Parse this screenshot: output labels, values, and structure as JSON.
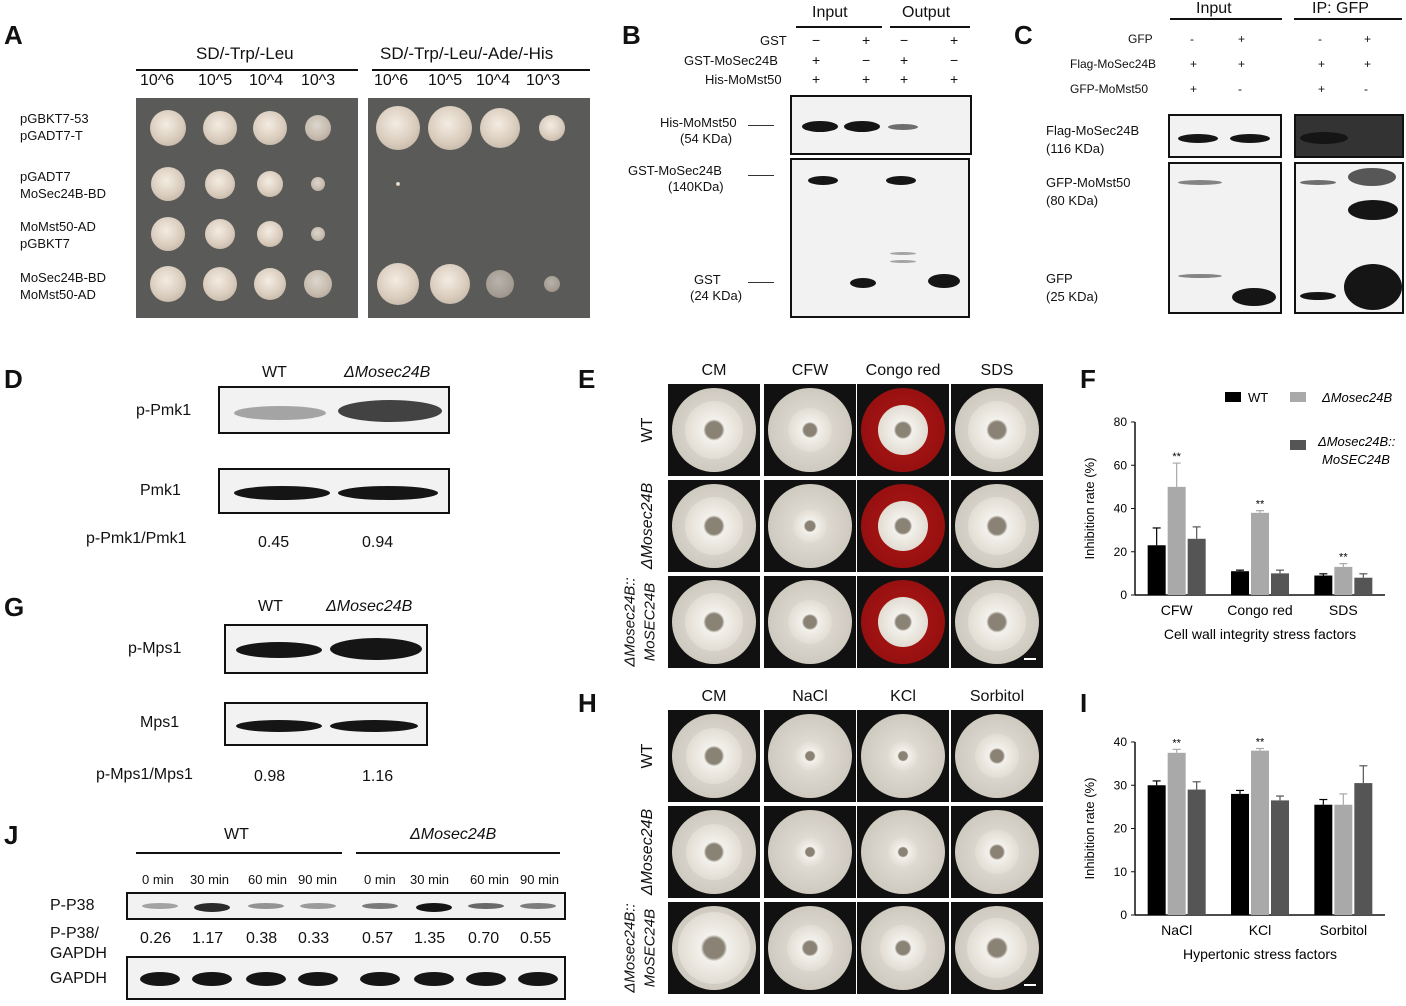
{
  "panels": {
    "A": {
      "letter": "A",
      "header_left": "SD/-Trp/-Leu",
      "header_right": "SD/-Trp/-Leu/-Ade/-His",
      "dilutions": [
        "10^6",
        "10^5",
        "10^4",
        "10^3"
      ],
      "rows": [
        {
          "line1": "pGBKT7-53",
          "line2": "pGADT7-T"
        },
        {
          "line1": "pGADT7",
          "line2": "MoSec24B-BD"
        },
        {
          "line1": "MoMst50-AD",
          "line2": "pGBKT7"
        },
        {
          "line1": "MoSec24B-BD",
          "line2": "MoMst50-AD"
        }
      ]
    },
    "B": {
      "letter": "B",
      "col_headers": [
        "Input",
        "Output"
      ],
      "row_labels": [
        "GST",
        "GST-MoSec24B",
        "His-MoMst50"
      ],
      "signs": [
        [
          "−",
          "+",
          "−",
          "+"
        ],
        [
          "+",
          "−",
          "+",
          "−"
        ],
        [
          "+",
          "+",
          "+",
          "+"
        ]
      ],
      "bands": [
        {
          "name": "His-MoMst50",
          "size": "(54 KDa)"
        },
        {
          "name": "GST-MoSec24B",
          "size": "(140KDa)"
        },
        {
          "name": "GST",
          "size": "(24 KDa)"
        }
      ]
    },
    "C": {
      "letter": "C",
      "col_headers": [
        "Input",
        "IP: GFP"
      ],
      "row_labels": [
        "GFP",
        "Flag-MoSec24B",
        "GFP-MoMst50"
      ],
      "signs": [
        [
          "-",
          "+",
          "-",
          "+"
        ],
        [
          "+",
          "+",
          "+",
          "+"
        ],
        [
          "+",
          "-",
          "+",
          "-"
        ]
      ],
      "bands": [
        {
          "name": "Flag-MoSec24B",
          "size": "(116 KDa)"
        },
        {
          "name": "GFP-MoMst50",
          "size": "(80 KDa)"
        },
        {
          "name": "GFP",
          "size": "(25 KDa)"
        }
      ]
    },
    "D": {
      "letter": "D",
      "col_wt": "WT",
      "col_mut": "ΔMosec24B",
      "rows": [
        "p-Pmk1",
        "Pmk1"
      ],
      "ratio_label": "p-Pmk1/Pmk1",
      "ratios": [
        "0.45",
        "0.94"
      ]
    },
    "G": {
      "letter": "G",
      "col_wt": "WT",
      "col_mut": "ΔMosec24B",
      "rows": [
        "p-Mps1",
        "Mps1"
      ],
      "ratio_label": "p-Mps1/Mps1",
      "ratios": [
        "0.98",
        "1.16"
      ]
    },
    "J": {
      "letter": "J",
      "group_wt": "WT",
      "group_mut": "ΔMosec24B",
      "times": [
        "0 min",
        "30 min",
        "60 min",
        "90 min",
        "0 min",
        "30 min",
        "60 min",
        "90 min"
      ],
      "row_top": "P-P38",
      "ratio_label_1": "P-P38/",
      "ratio_label_2": "GAPDH",
      "ratios": [
        "0.26",
        "1.17",
        "0.38",
        "0.33",
        "0.57",
        "1.35",
        "0.70",
        "0.55"
      ],
      "row_bottom": "GAPDH"
    },
    "E": {
      "letter": "E",
      "cols": [
        "CM",
        "CFW",
        "Congo red",
        "SDS"
      ],
      "rows": [
        "WT",
        "ΔMosec24B",
        "ΔMosec24B::",
        "MoSEC24B"
      ]
    },
    "H": {
      "letter": "H",
      "cols": [
        "CM",
        "NaCl",
        "KCl",
        "Sorbitol"
      ],
      "rows": [
        "WT",
        "ΔMosec24B",
        "ΔMosec24B::",
        "MoSEC24B"
      ]
    },
    "F": {
      "letter": "F"
    },
    "I": {
      "letter": "I"
    }
  },
  "chart_data": [
    {
      "type": "bar",
      "panel": "F",
      "categories": [
        "CFW",
        "Congo red",
        "SDS"
      ],
      "series": [
        {
          "name": "WT",
          "values": [
            23,
            11,
            9
          ],
          "errors": [
            8,
            0.5,
            0.8
          ],
          "color": "#000000"
        },
        {
          "name": "ΔMosec24B",
          "values": [
            50,
            38,
            13
          ],
          "errors": [
            11,
            1,
            1.5
          ],
          "color": "#a9a9a9"
        },
        {
          "name": "ΔMosec24B:: MoSEC24B",
          "values": [
            26,
            10,
            8
          ],
          "errors": [
            5.5,
            1.5,
            1.8
          ],
          "color": "#555555"
        }
      ],
      "significance": [
        "**",
        "**",
        "**"
      ],
      "xlabel": "Cell wall integrity stress factors",
      "ylabel": "Inhibition rate (%)",
      "yticks": [
        "0",
        "20",
        "40",
        "60",
        "80"
      ],
      "ylim": [
        0,
        80
      ],
      "legend_position": "top-right"
    },
    {
      "type": "bar",
      "panel": "I",
      "categories": [
        "NaCl",
        "KCl",
        "Sorbitol"
      ],
      "series": [
        {
          "name": "WT",
          "values": [
            30,
            28,
            25.5
          ],
          "errors": [
            1,
            0.8,
            1.2
          ],
          "color": "#000000"
        },
        {
          "name": "ΔMosec24B",
          "values": [
            37.5,
            38,
            25.5
          ],
          "errors": [
            0.8,
            0.5,
            2.5
          ],
          "color": "#a9a9a9"
        },
        {
          "name": "ΔMosec24B:: MoSEC24B",
          "values": [
            29,
            26.5,
            30.5
          ],
          "errors": [
            1.8,
            1,
            4
          ],
          "color": "#555555"
        }
      ],
      "significance": [
        "**",
        "**",
        ""
      ],
      "xlabel": "Hypertonic stress factors",
      "ylabel": "Inhibition rate (%)",
      "yticks": [
        "0",
        "10",
        "20",
        "30",
        "40"
      ],
      "ylim": [
        0,
        40
      ]
    }
  ],
  "legend": {
    "wt": "WT",
    "mut": "ΔMosec24B",
    "comp1": "ΔMosec24B::",
    "comp2": "MoSEC24B"
  }
}
